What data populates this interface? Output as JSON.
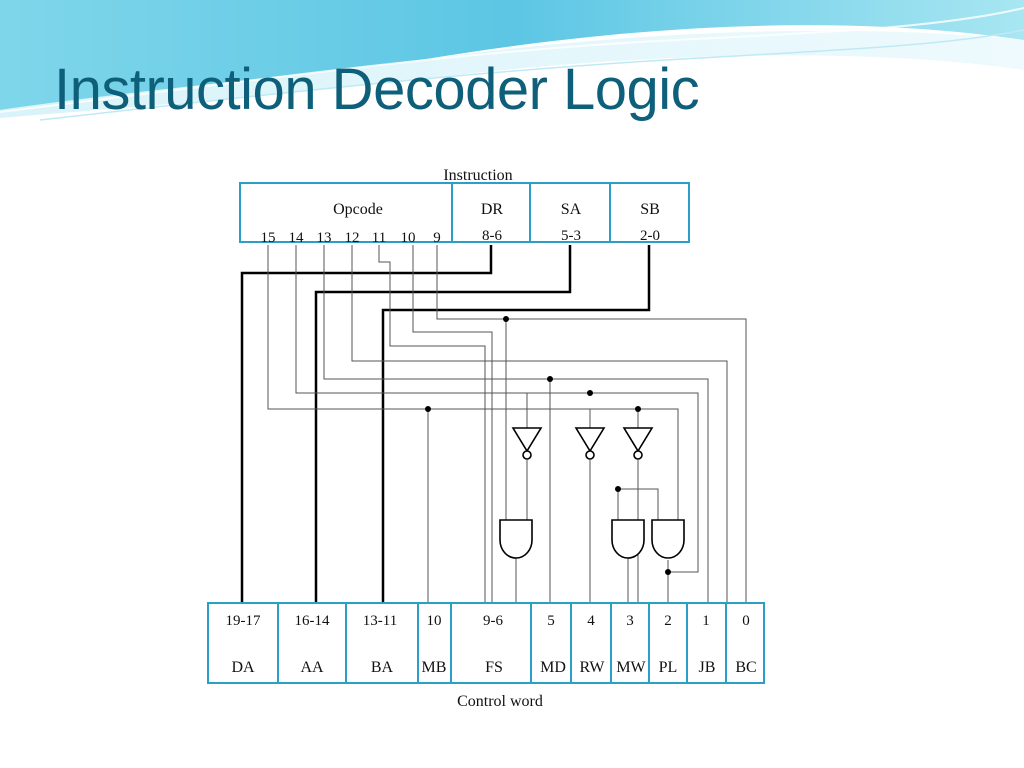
{
  "slide": {
    "title": "Instruction Decoder Logic"
  },
  "instruction": {
    "label": "Instruction",
    "opcode_label": "Opcode",
    "opcode_bits": [
      "15",
      "14",
      "13",
      "12",
      "11",
      "10",
      "9"
    ],
    "fields": [
      {
        "name": "DR",
        "bits": "8-6"
      },
      {
        "name": "SA",
        "bits": "5-3"
      },
      {
        "name": "SB",
        "bits": "2-0"
      }
    ]
  },
  "control_word": {
    "label": "Control word",
    "fields": [
      {
        "bits": "19-17",
        "name": "DA"
      },
      {
        "bits": "16-14",
        "name": "AA"
      },
      {
        "bits": "13-11",
        "name": "BA"
      },
      {
        "bits": "10",
        "name": "MB"
      },
      {
        "bits": "9-6",
        "name": "FS"
      },
      {
        "bits": "5",
        "name": "MD"
      },
      {
        "bits": "4",
        "name": "RW"
      },
      {
        "bits": "3",
        "name": "MW"
      },
      {
        "bits": "2",
        "name": "PL"
      },
      {
        "bits": "1",
        "name": "JB"
      },
      {
        "bits": "0",
        "name": "BC"
      }
    ]
  },
  "gates": {
    "inverters": [
      "inverter-md",
      "inverter-rw",
      "inverter-mw"
    ],
    "and_gates": [
      "and-md",
      "and-mw",
      "and-pl"
    ]
  },
  "colors": {
    "title": "#0d5f7a",
    "box_border": "#2b9fc6",
    "wire": "#555555",
    "bus": "#000000"
  }
}
